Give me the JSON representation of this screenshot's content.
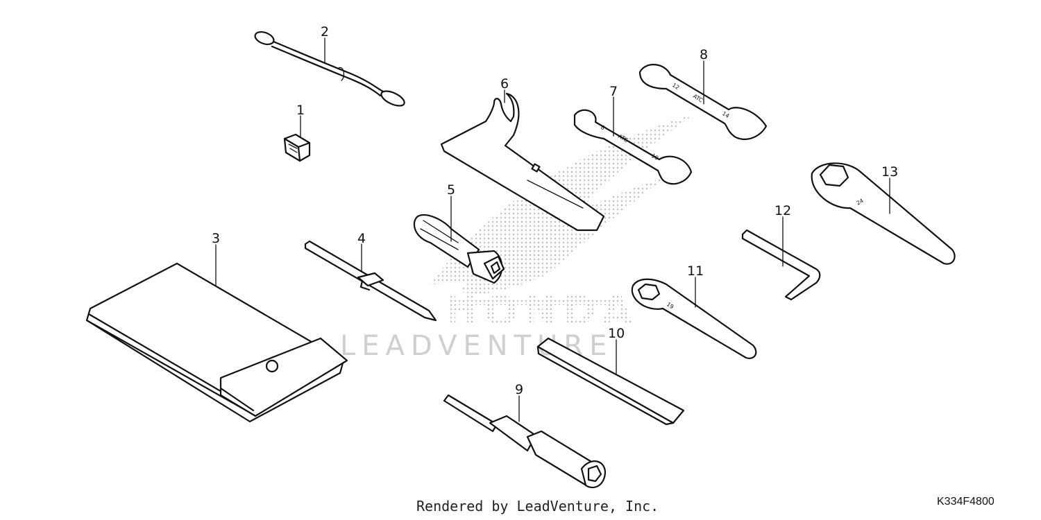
{
  "callouts": {
    "n1": "1",
    "n2": "2",
    "n3": "3",
    "n4": "4",
    "n5": "5",
    "n6": "6",
    "n7": "7",
    "n8": "8",
    "n9": "9",
    "n10": "10",
    "n11": "11",
    "n12": "12",
    "n13": "13"
  },
  "engravings": {
    "wrench7_brand": "ATC",
    "wrench7_size_a": "8",
    "wrench7_size_b": "10",
    "wrench8_brand": "ATC",
    "wrench8_size_a": "12",
    "wrench8_size_b": "14",
    "wrench11_size": "19",
    "wrench13_size": "24"
  },
  "watermark": {
    "text": "LEADVENTURE",
    "logo_word": "HONDA"
  },
  "footer": {
    "credit": "Rendered by LeadVenture, Inc.",
    "code": "K334F4800"
  },
  "colors": {
    "ink": "#111111",
    "watermark": "#cfcfcf",
    "background": "#ffffff"
  }
}
